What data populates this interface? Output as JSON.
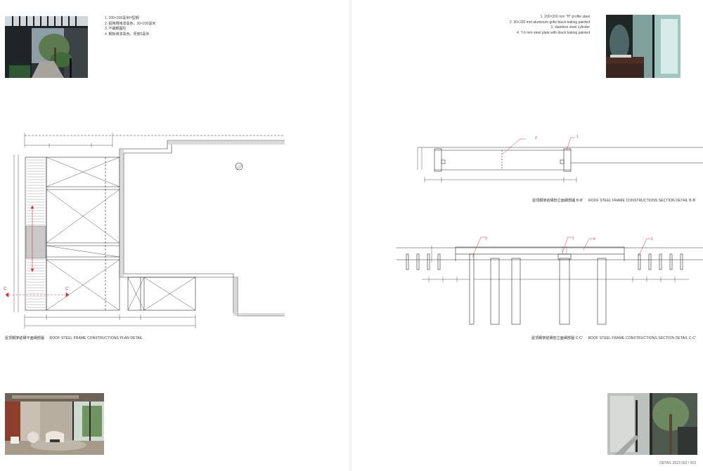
{
  "left_page": {
    "notes": [
      "1. 200×200毫米H型鋼",
      "2. 鋁格柵烤漆黑色，30×200毫米",
      "3. 不鏽鋼圓柱",
      "4. 鋼板烤漆黑色，厚度6毫米"
    ],
    "plan_drawing": {
      "section_marker_left": "C",
      "section_marker_right": "C'"
    },
    "caption": {
      "zh": "屋頂鋼架結構平面細部圖",
      "en": "ROOF STEEL FRAME CONSTRUCTIONS PLAN DETAIL"
    }
  },
  "right_page": {
    "notes": [
      "1. 200×200 mm \"H\" profile steel",
      "2. 30×200 mm aluminum grille black baking painted",
      "3. stainless steel cylinder",
      "4. T-6 mm steel plate with black baking painted"
    ],
    "section_bb": {
      "callouts": [
        "2",
        "1"
      ],
      "caption": {
        "zh": "屋頂鋼架結構剖立面細部圖 B-B'",
        "en": "ROOF STEEL FRAME CONSTRUCTIONS SECTION DETAIL B-B'"
      }
    },
    "section_cc": {
      "callouts": [
        "3",
        "1",
        "4",
        "2"
      ],
      "caption": {
        "zh": "屋頂鋼架結構剖立面細部圖 C-C'",
        "en": "ROOF STEEL FRAME CONSTRUCTIONS SECTION DETAIL C-C'"
      }
    },
    "folio": "DETAIL 2023  002 / 003"
  },
  "colors": {
    "line": "#2b2b2b",
    "callout_red": "#d9343a",
    "dimension": "#555555"
  }
}
